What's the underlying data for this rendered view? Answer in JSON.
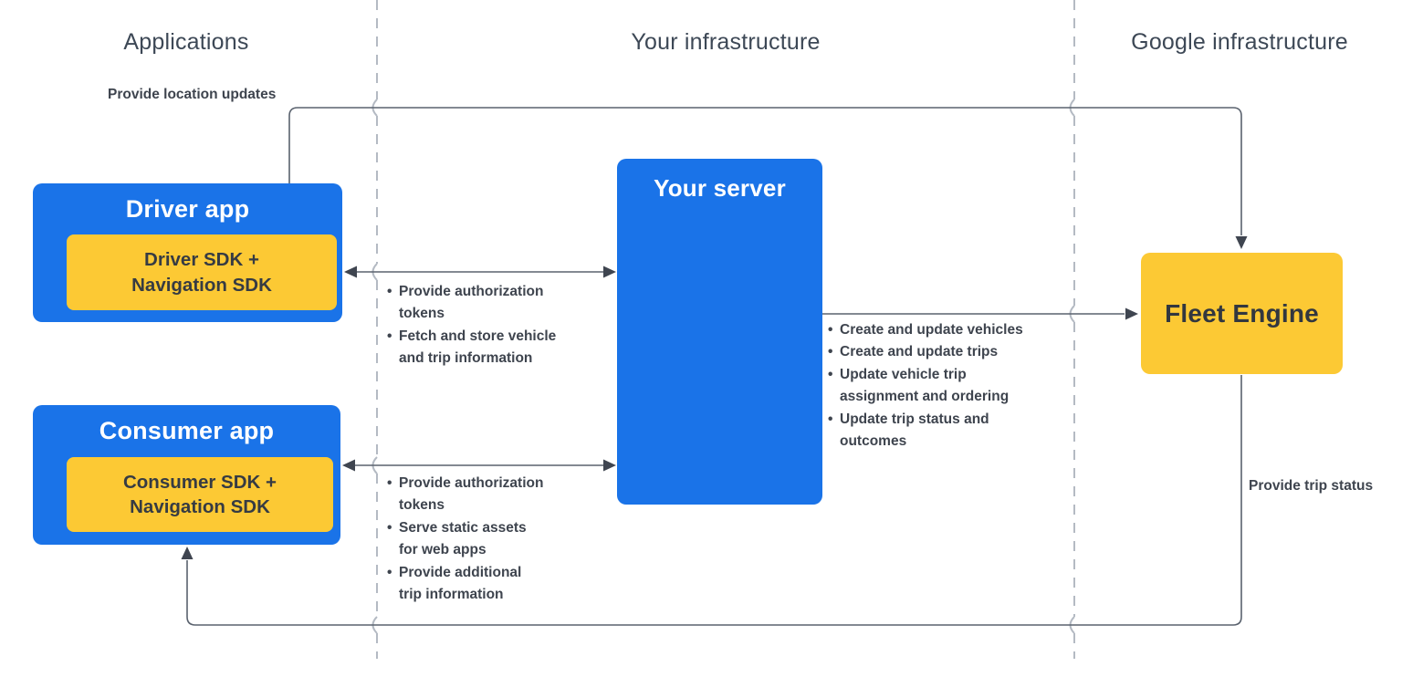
{
  "columns": {
    "applications": {
      "label": "Applications"
    },
    "your_infrastructure": {
      "label": "Your infrastructure"
    },
    "google_infrastructure": {
      "label": "Google infrastructure"
    }
  },
  "nodes": {
    "driver_app": {
      "title": "Driver app",
      "sdk": "Driver SDK +\nNavigation SDK"
    },
    "consumer_app": {
      "title": "Consumer app",
      "sdk": "Consumer SDK +\nNavigation SDK"
    },
    "your_server": {
      "title": "Your server"
    },
    "fleet_engine": {
      "title": "Fleet Engine"
    }
  },
  "edges": {
    "location_updates": {
      "label": "Provide location updates"
    },
    "trip_status": {
      "label": "Provide trip status"
    },
    "driver_server": {
      "items": [
        "Provide authorization\ntokens",
        "Fetch and store vehicle\nand trip information"
      ]
    },
    "consumer_server": {
      "items": [
        "Provide authorization\ntokens",
        "Serve static assets\nfor web apps",
        "Provide additional\ntrip information"
      ]
    },
    "server_fleet": {
      "items": [
        "Create and update vehicles",
        "Create and update trips",
        "Update vehicle trip\nassignment and ordering",
        "Update trip status and\noutcomes"
      ]
    }
  },
  "colors": {
    "node_blue": "#1a73e8",
    "node_yellow": "#fcc934",
    "connector_line": "#5a626e",
    "arrowhead": "#3f4550",
    "separator_dashed": "#b4bac3",
    "dark_text": "#363b43",
    "header_text": "#3d4856",
    "label_text": "#3e444e"
  }
}
